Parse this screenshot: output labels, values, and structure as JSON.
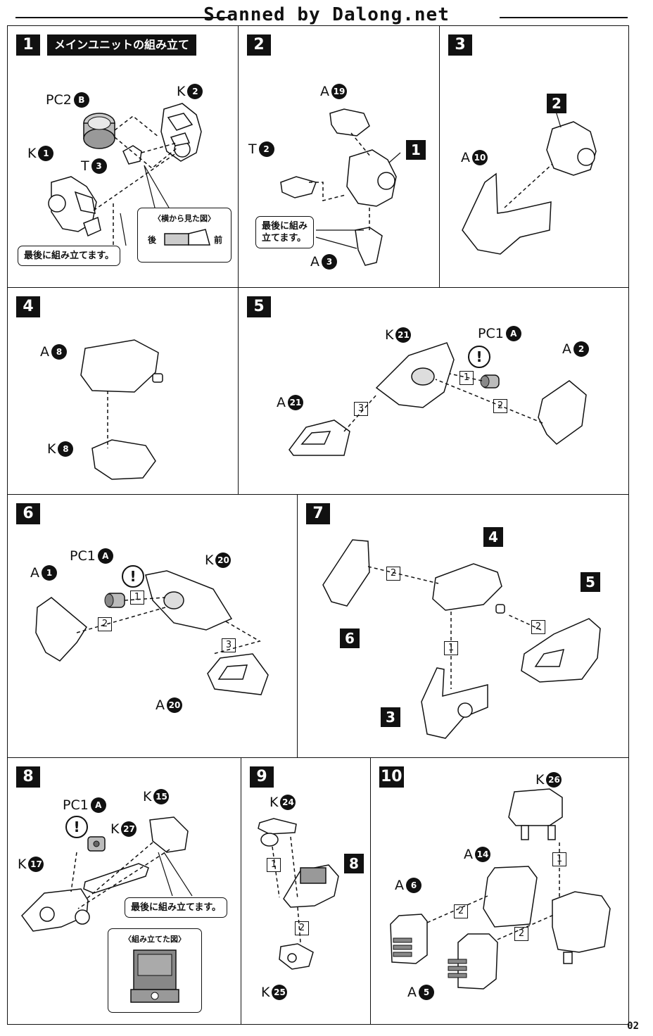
{
  "watermark": "Scanned by Dalong.net",
  "page_number": "02",
  "steps": [
    {
      "number": "1",
      "title": "メインユニットの組み立て",
      "parts": [
        {
          "letter": "PC2",
          "num": "B"
        },
        {
          "letter": "K",
          "num": "2"
        },
        {
          "letter": "K",
          "num": "1"
        },
        {
          "letter": "T",
          "num": "3"
        }
      ],
      "note": "最後に組み立てます。",
      "side_view": {
        "title": "〈横から見た図〉",
        "back": "後",
        "front": "前"
      }
    },
    {
      "number": "2",
      "parts": [
        {
          "letter": "A",
          "num": "19"
        },
        {
          "letter": "T",
          "num": "2"
        },
        {
          "letter": "A",
          "num": "3"
        }
      ],
      "ref": "1",
      "note": "最後に組み\n立てます。"
    },
    {
      "number": "3",
      "parts": [
        {
          "letter": "A",
          "num": "10"
        }
      ],
      "ref": "2"
    },
    {
      "number": "4",
      "parts": [
        {
          "letter": "A",
          "num": "8"
        },
        {
          "letter": "K",
          "num": "8"
        }
      ]
    },
    {
      "number": "5",
      "parts": [
        {
          "letter": "K",
          "num": "21"
        },
        {
          "letter": "PC1",
          "num": "A"
        },
        {
          "letter": "A",
          "num": "2"
        },
        {
          "letter": "A",
          "num": "21"
        }
      ],
      "order": [
        "1",
        "2",
        "3"
      ]
    },
    {
      "number": "6",
      "parts": [
        {
          "letter": "PC1",
          "num": "A"
        },
        {
          "letter": "A",
          "num": "1"
        },
        {
          "letter": "K",
          "num": "20"
        },
        {
          "letter": "A",
          "num": "20"
        }
      ],
      "order": [
        "1",
        "2",
        "3"
      ]
    },
    {
      "number": "7",
      "refs": [
        "4",
        "6",
        "5",
        "3"
      ],
      "order": [
        "2",
        "2",
        "1"
      ]
    },
    {
      "number": "8",
      "parts": [
        {
          "letter": "PC1",
          "num": "A"
        },
        {
          "letter": "K",
          "num": "15"
        },
        {
          "letter": "K",
          "num": "27"
        },
        {
          "letter": "K",
          "num": "17"
        }
      ],
      "note": "最後に組み立てます。",
      "inset_title": "〈組み立てた図〉"
    },
    {
      "number": "9",
      "parts": [
        {
          "letter": "K",
          "num": "24"
        },
        {
          "letter": "K",
          "num": "25"
        }
      ],
      "ref": "8",
      "order": [
        "1",
        "2"
      ]
    },
    {
      "number": "10",
      "parts": [
        {
          "letter": "K",
          "num": "26"
        },
        {
          "letter": "A",
          "num": "14"
        },
        {
          "letter": "A",
          "num": "6"
        },
        {
          "letter": "A",
          "num": "5"
        }
      ],
      "order": [
        "1",
        "2",
        "2"
      ]
    }
  ]
}
